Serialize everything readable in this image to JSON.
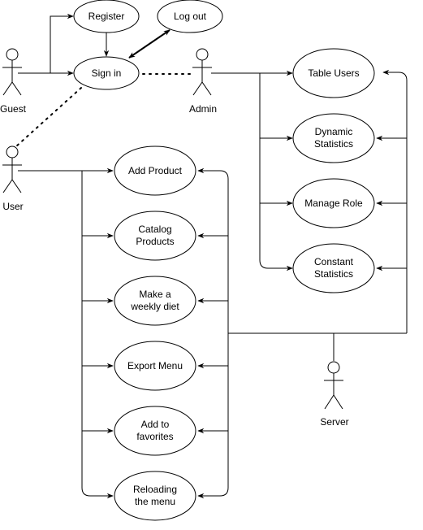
{
  "use_cases": {
    "register": "Register",
    "log_out": "Log out",
    "sign_in": "Sign in",
    "table_users": "Table Users",
    "dynamic_statistics": [
      "Dynamic",
      "Statistics"
    ],
    "manage_role": "Manage Role",
    "constant_statistics": [
      "Constant",
      "Statistics"
    ],
    "add_product": "Add Product",
    "catalog_products": [
      "Catalog",
      "Products"
    ],
    "make_weekly_diet": [
      "Make a",
      "weekly diet"
    ],
    "export_menu": "Export Menu",
    "add_to_favorites": [
      "Add to",
      "favorites"
    ],
    "reloading_menu": [
      "Reloading",
      "the menu"
    ]
  },
  "actors": {
    "guest": "Guest",
    "admin": "Admin",
    "user": "User",
    "server": "Server"
  }
}
